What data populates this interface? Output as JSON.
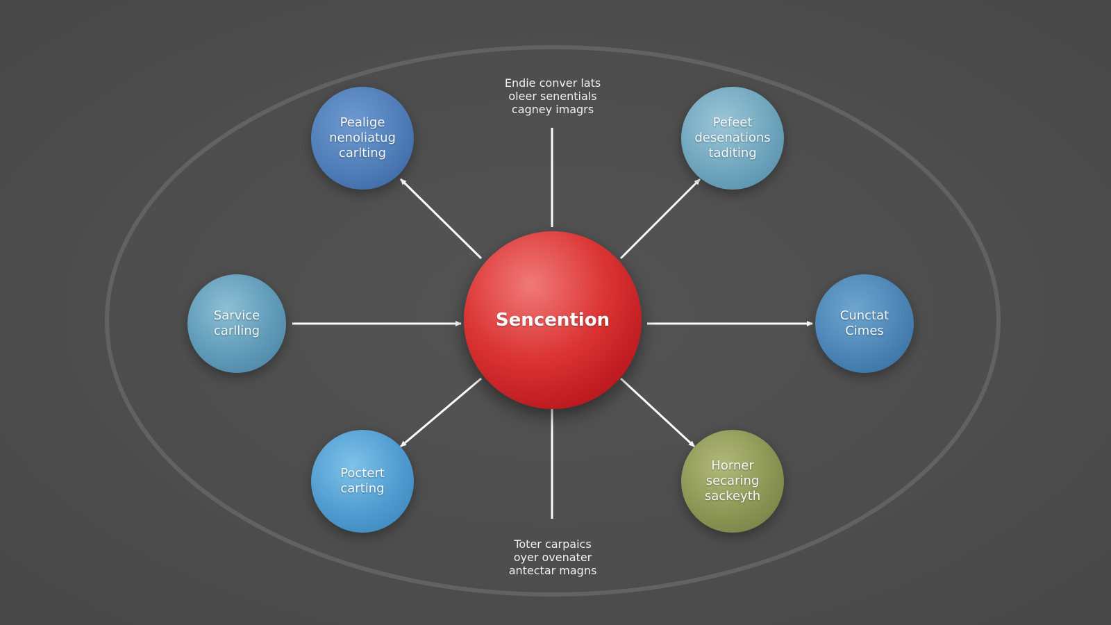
{
  "center": {
    "label": "Sencention"
  },
  "nodes": {
    "top_left": {
      "label": "Pealige\nnenoliatug\ncarlting"
    },
    "top_right": {
      "label": "Pefeet\ndesenations\ntaditing"
    },
    "left": {
      "label": "Sarvice\ncarlling"
    },
    "right": {
      "label": "Cunctat\nCimes"
    },
    "bottom_left": {
      "label": "Poctert\ncarting"
    },
    "bottom_right": {
      "label": "Horner\nsecaring\nsackeyth"
    }
  },
  "captions": {
    "top": "Endie conver lats\noleer senentials\ncagney imagrs",
    "bottom": "Toter carpaics\noyer ovenater\nantectar magns"
  },
  "colors": {
    "background": "#505050",
    "center": "#d42b2f",
    "link": "#ffffff",
    "outline": "#5f5f5f"
  }
}
